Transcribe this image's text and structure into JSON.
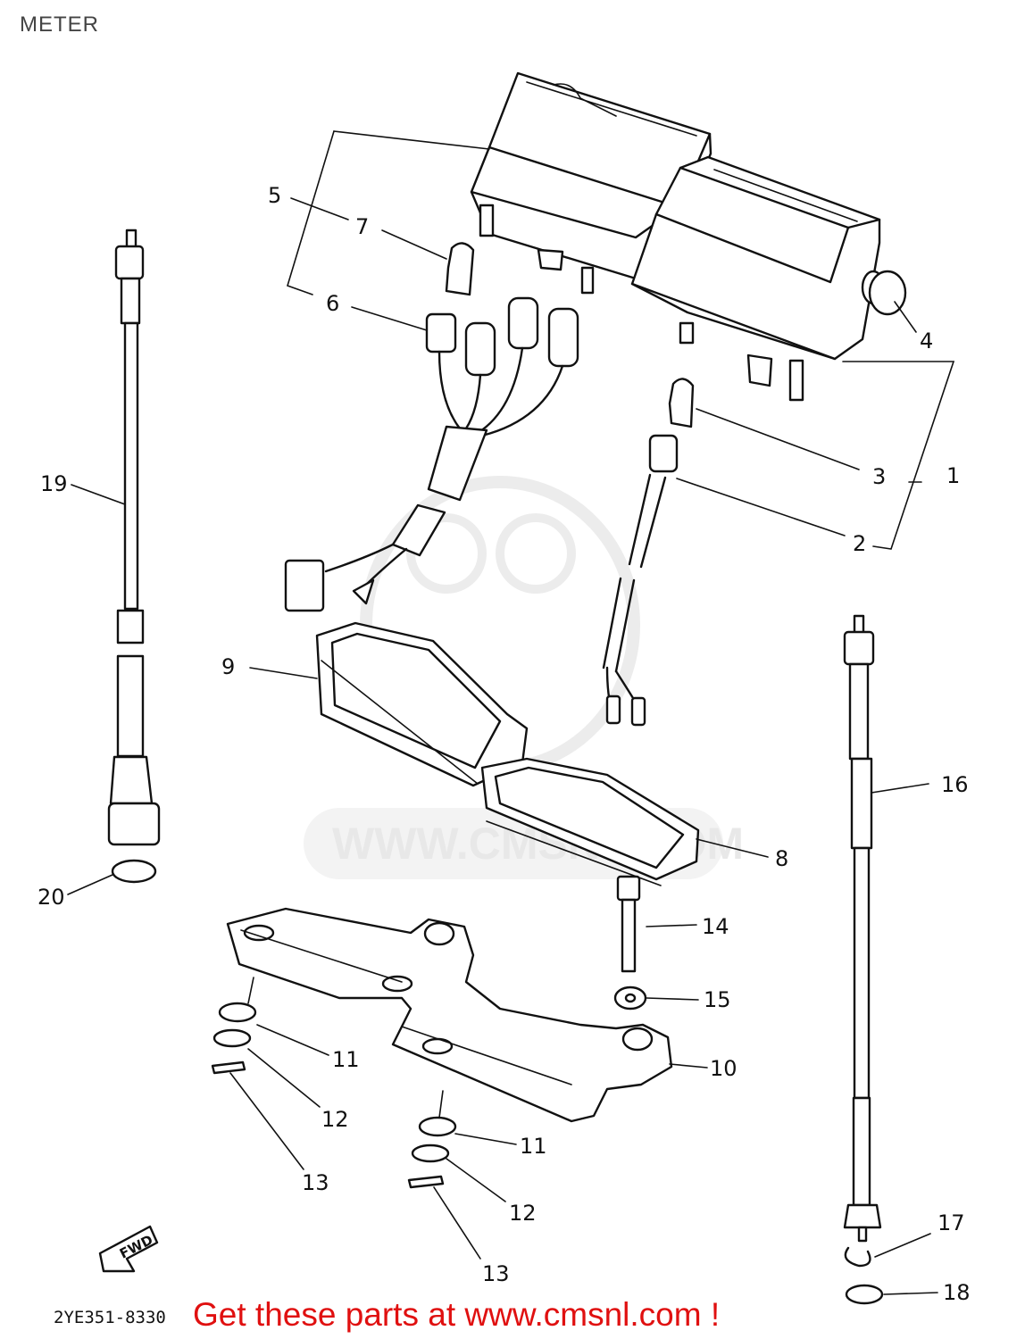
{
  "page": {
    "title": "METER",
    "ref_code": "2YE351-8330",
    "promo_text": "Get these parts at www.cmsnl.com !",
    "watermark_text": "WWW.CMSNL.COM",
    "fwd_label": "FWD"
  },
  "parts": [
    {
      "id": "1",
      "label": "1"
    },
    {
      "id": "2",
      "label": "2"
    },
    {
      "id": "3",
      "label": "3"
    },
    {
      "id": "4",
      "label": "4"
    },
    {
      "id": "5",
      "label": "5"
    },
    {
      "id": "6",
      "label": "6"
    },
    {
      "id": "7",
      "label": "7"
    },
    {
      "id": "8",
      "label": "8"
    },
    {
      "id": "9",
      "label": "9"
    },
    {
      "id": "10",
      "label": "10"
    },
    {
      "id": "11a",
      "label": "11"
    },
    {
      "id": "11b",
      "label": "11"
    },
    {
      "id": "12a",
      "label": "12"
    },
    {
      "id": "12b",
      "label": "12"
    },
    {
      "id": "13a",
      "label": "13"
    },
    {
      "id": "13b",
      "label": "13"
    },
    {
      "id": "14",
      "label": "14"
    },
    {
      "id": "15",
      "label": "15"
    },
    {
      "id": "16",
      "label": "16"
    },
    {
      "id": "17",
      "label": "17"
    },
    {
      "id": "18",
      "label": "18"
    },
    {
      "id": "19",
      "label": "19"
    },
    {
      "id": "20",
      "label": "20"
    }
  ],
  "colors": {
    "promo": "#e01010",
    "ink": "#111111",
    "watermark": "#e8e8e8"
  }
}
